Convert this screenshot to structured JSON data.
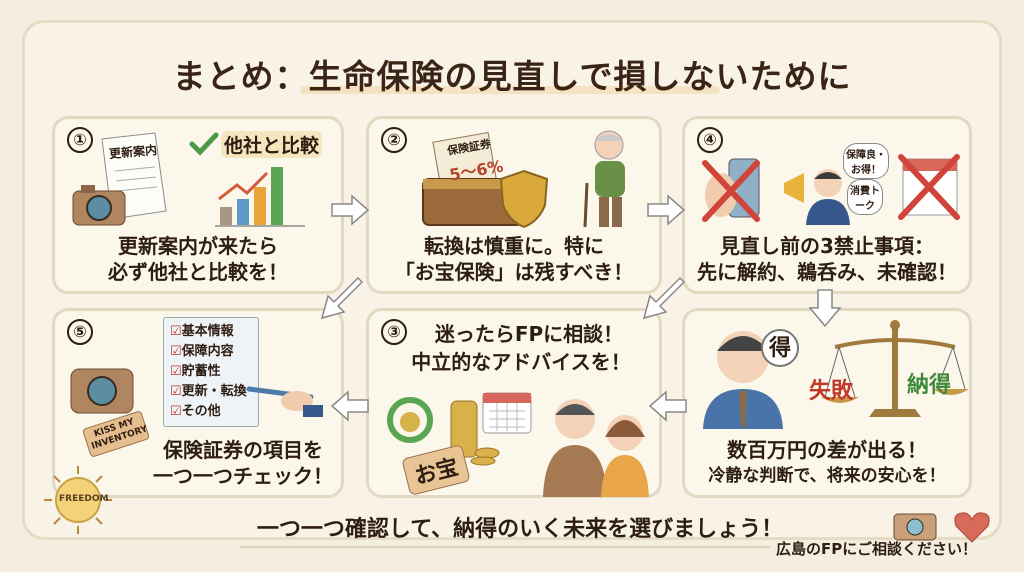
{
  "title": "まとめ：生命保険の見直しで損しないために",
  "panels": {
    "p1": {
      "number": "①",
      "doc_label": "更新案内",
      "check_label": "他社と比較",
      "caption_line1": "更新案内が来たら",
      "caption_line2": "必ず他社と比較を！"
    },
    "p2": {
      "number": "②",
      "certificate_label": "保険証券",
      "rate_label": "5〜6%",
      "caption_line1": "転換は慎重に。特に",
      "caption_line2": "「お宝保険」は残すべき！"
    },
    "p4": {
      "number": "④",
      "bubble1": "保障良・お得！",
      "bubble2": "消費トーク",
      "caption_line1": "見直し前の3禁止事項：",
      "caption_line2": "先に解約、鵜呑み、未確認！"
    },
    "p6": {
      "bubble": "得",
      "scale_left": "失敗",
      "scale_right": "納得",
      "caption_line1": "数百万円の差が出る！",
      "caption_line2": "冷静な判断で、将来の安心を！"
    },
    "p3": {
      "number": "③",
      "caption_line1": "迷ったらFPに相談！",
      "caption_line2": "中立的なアドバイスを！",
      "tag_label": "お宝"
    },
    "p5": {
      "number": "⑤",
      "checklist": [
        "基本情報",
        "保障内容",
        "貯蓄性",
        "更新・転換",
        "その他"
      ],
      "tag_label": "KISS MY INVENTORY",
      "caption_line1": "保険証券の項目を",
      "caption_line2": "一つ一つチェック！"
    }
  },
  "sun_label": "FREEDOM",
  "bottom_message": "一つ一つ確認して、納得のいく未来を選びましょう！",
  "footer": "広島のFPにご相談ください！",
  "colors": {
    "background": "#f4eee0",
    "panel": "#fbf7ea",
    "text": "#2e1d12",
    "red": "#c0392b",
    "green": "#3f8a3a"
  }
}
